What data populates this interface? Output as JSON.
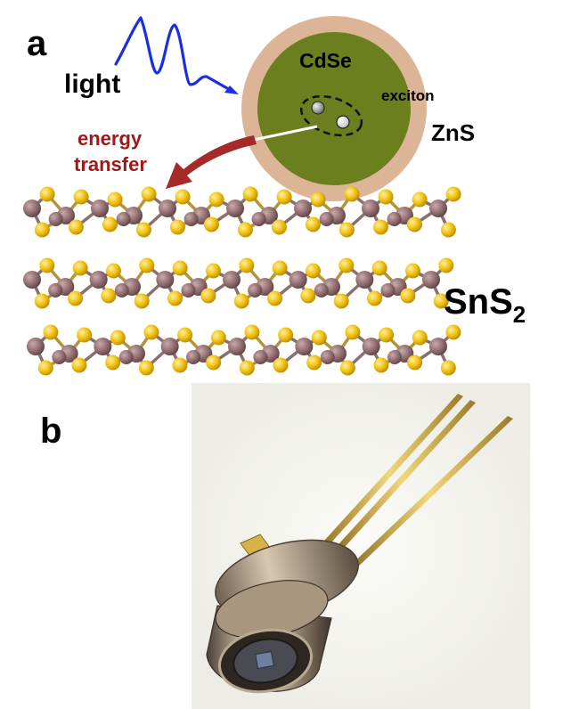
{
  "panel_a": {
    "label": "a",
    "light_label": "light",
    "core_label": "CdSe",
    "shell_label": "ZnS",
    "exciton_label": "exciton",
    "transfer_label_line1": "energy",
    "transfer_label_line2": "transfer",
    "material_label": "SnS",
    "material_subscript": "2"
  },
  "panel_b": {
    "label": "b"
  },
  "colors": {
    "shell": "#dcb596",
    "core": "#6b7f1e",
    "light_wave": "#1a2ee6",
    "transfer_arrow": "#a52a2a",
    "transfer_text": "#a01818",
    "tin_atom": "#8f6b6e",
    "sulfur_atom": "#f2c20f",
    "metal_gold": "#c8a24a",
    "metal_body": "#9c8b76"
  }
}
